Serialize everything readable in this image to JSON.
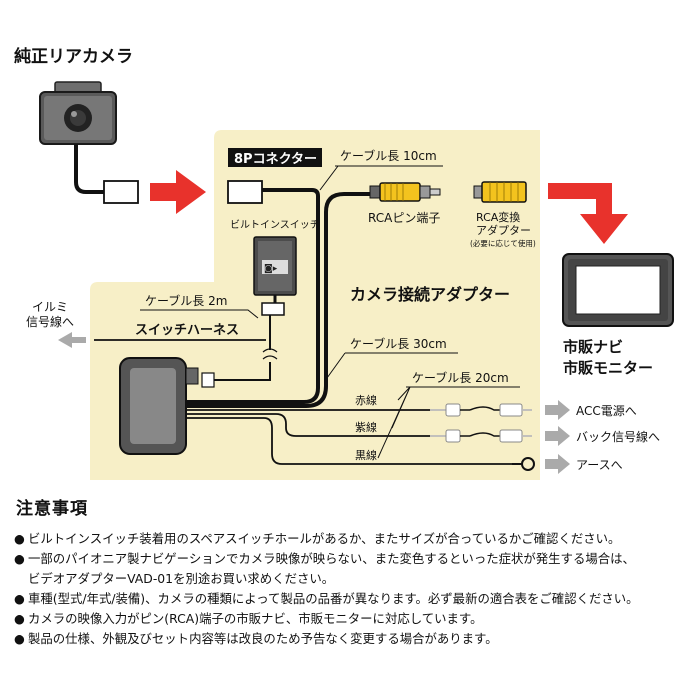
{
  "diagram": {
    "rear_camera_label": "純正リアカメラ",
    "connector_8p_label": "8Pコネクター",
    "cable_10cm": "ケーブル長 10cm",
    "rca_pin_label": "RCAピン端子",
    "rca_adapter_line1": "RCA変換",
    "rca_adapter_line2": "アダプター",
    "rca_adapter_note": "(必要に応じて使用)",
    "builtin_switch_label": "ビルトインスイッチ",
    "adapter_name": "カメラ接続アダプター",
    "illumi_line1": "イルミ",
    "illumi_line2": "信号線へ",
    "cable_2m": "ケーブル長 2m",
    "switch_harness": "スイッチハーネス",
    "cable_30cm": "ケーブル長 30cm",
    "cable_20cm": "ケーブル長 20cm",
    "red_wire": "赤線",
    "purple_wire": "紫線",
    "black_wire": "黒線",
    "acc_label": "ACC電源へ",
    "back_label": "バック信号線へ",
    "ground_label": "アースへ",
    "monitor_line1": "市販ナビ",
    "monitor_line2": "市販モニター",
    "colors": {
      "panel_bg": "#f7efc7",
      "arrow_red": "#e8322c",
      "rca_yellow": "#f3c31e",
      "ground_gray": "#b8b8b8"
    }
  },
  "notes": {
    "title": "注意事項",
    "bullet": "●",
    "items": [
      "ビルトインスイッチ装着用のスペアスイッチホールがあるか、またサイズが合っているかご確認ください。",
      "一部のパイオニア製ナビゲーションでカメラ映像が映らない、また変色するといった症状が発生する場合は、",
      "車種(型式/年式/装備)、カメラの種類によって製品の品番が異なります。必ず最新の適合表をご確認ください。",
      "カメラの映像入力がピン(RCA)端子の市販ナビ、市販モニターに対応しています。",
      "製品の仕様、外観及びセット内容等は改良のため予告なく変更する場合があります。"
    ],
    "item2_cont": "ビデオアダプターVAD-01を別途お買い求めください。"
  }
}
